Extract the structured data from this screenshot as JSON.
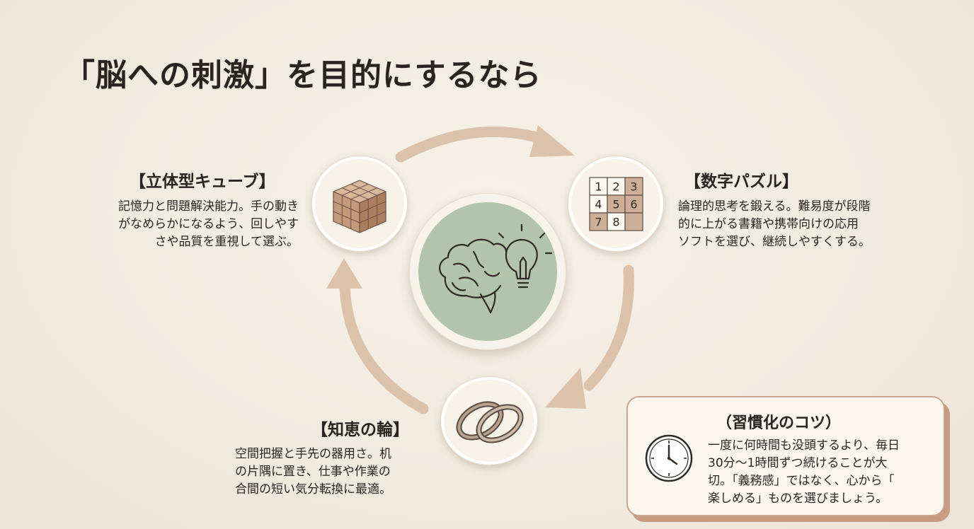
{
  "title": "「脳への刺激」を目的にするなら",
  "center": {
    "icon": "brain-lightbulb-icon",
    "color": "#b3c4ac"
  },
  "cube": {
    "heading": "【立体型キューブ】",
    "lines": [
      "記憶力と問題解決能力。手の動き",
      "がなめらかになるよう、回しやす",
      "さや品質を重視して選ぶ。"
    ],
    "icon": "cube-puzzle-icon"
  },
  "number_puzzle": {
    "heading": "【数字パズル】",
    "lines": [
      "論理的思考を鍛える。難易度が段階",
      "的に上がる書籍や携帯向けの応用",
      "ソフトを選び、継続しやすくする。"
    ],
    "icon": "number-grid-icon",
    "tiles": [
      "1",
      "2",
      "3",
      "4",
      "5",
      "6",
      "7",
      "8",
      ""
    ]
  },
  "rings": {
    "heading": "【知恵の輪】",
    "lines": [
      "空間把握と手先の器用さ。机",
      "の片隅に置き、仕事や作業の",
      "合間の短い気分転換に最適。"
    ],
    "icon": "linked-rings-icon"
  },
  "tip": {
    "title": "（習慣化のコツ）",
    "lines": [
      "一度に何時間も没頭するより、毎日",
      "30分〜1時間ずつ続けることが大",
      "切。「義務感」ではなく、心から「",
      "楽しめる」ものを選びましょう。"
    ],
    "icon": "clock-icon"
  },
  "colors": {
    "arrow": "#dcc2ab",
    "accent": "#c9a38b",
    "background": "#f3ede3"
  }
}
